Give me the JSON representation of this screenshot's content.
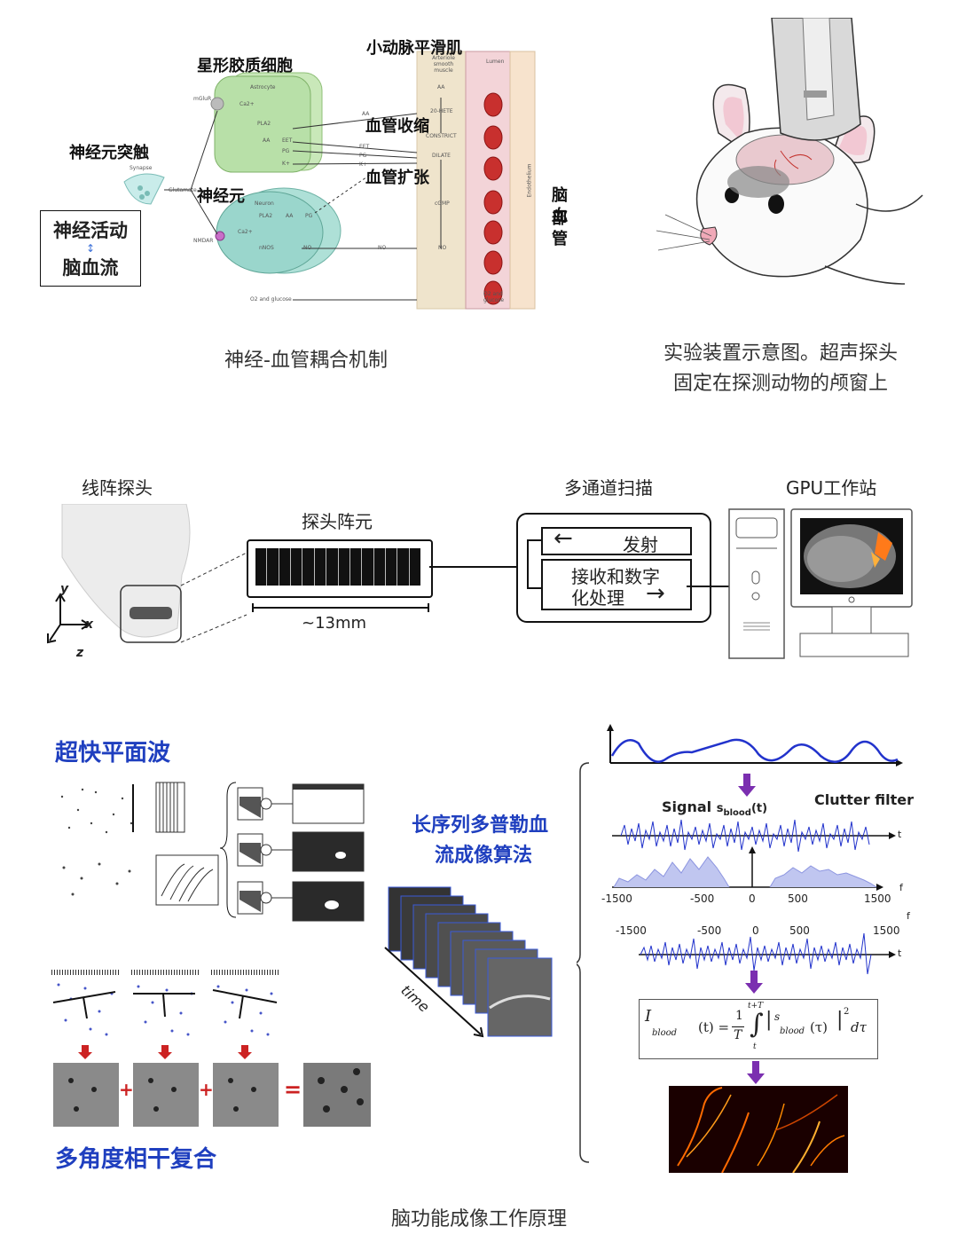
{
  "nvc": {
    "label_astrocyte_cn": "星形胶质细胞",
    "label_smooth_muscle_cn": "小动脉平滑肌",
    "label_synapse_cn": "神经元突触",
    "label_neuron_cn": "神经元",
    "label_constrict_cn": "血管收缩",
    "label_dilate_cn": "血管扩张",
    "label_vessel_cn_1": "脑部",
    "label_vessel_cn_2": "血管",
    "activity_box_line1": "神经活动",
    "activity_box_line2": "脑血流",
    "astrocyte": "Astrocyte",
    "neuron": "Neuron",
    "synapse": "Synapse",
    "glutamate": "Glutamate",
    "mglur": "mGluR",
    "nmdar": "NMDAR",
    "smooth_muscle": "Arteriole smooth muscle",
    "lumen": "Lumen",
    "endothelium": "Endothelium",
    "constrict": "CONSTRICT",
    "dilate": "DILATE",
    "hete": "20-HETE",
    "cgmp": "cGMP",
    "o2_glucose": "O2 and glucose",
    "aa": "AA",
    "eet": "EET",
    "pg": "PG",
    "k": "K+",
    "no": "NO",
    "nnos": "nNOS",
    "pla2": "PLA2",
    "ca": "Ca2+",
    "caption": "神经-血管耦合机制"
  },
  "mouse": {
    "caption_line1": "实验装置示意图。超声探头",
    "caption_line2": "固定在探测动物的颅窗上"
  },
  "system": {
    "probe_label": "线阵探头",
    "element_label": "探头阵元",
    "dimension": "~13mm",
    "channel_label": "多通道扫描",
    "transmit": "发射",
    "receive_line1": "接收和数字",
    "receive_line2": "化处理",
    "gpu_label": "GPU工作站",
    "axis_y": "y",
    "axis_x": "x",
    "axis_z": "z"
  },
  "principle": {
    "plane_wave_title": "超快平面波",
    "compound_title": "多角度相干复合",
    "doppler_title_line1": "长序列多普勒血",
    "doppler_title_line2": "流成像算法",
    "time_label": "time",
    "signal_label": "Signal",
    "signal_sub": "s",
    "signal_sub2": "blood",
    "signal_arg": "(t)",
    "clutter_label": "Clutter filter",
    "t_label": "t",
    "f_label": "f",
    "freq_ticks": [
      "-1500",
      "-500",
      "0",
      "500",
      "1500"
    ],
    "formula_i": "I",
    "formula_blood": "blood",
    "formula_t": "(t) =",
    "formula_frac_num": "1",
    "formula_frac_den": "T",
    "formula_int_upper": "t+T",
    "formula_int_lower": "t",
    "formula_s": "s",
    "formula_tau": "(τ)",
    "formula_sq": "2",
    "formula_dtau": "dτ",
    "plus": "+",
    "equals": "=",
    "caption": "脑功能成像工作原理"
  },
  "colors": {
    "blue_title": "#1f3fbf",
    "purple_arrow": "#7b2fb0",
    "red_arrow": "#cc2222",
    "signal_blue": "#2233cc",
    "astrocyte_green": "#b8e0a8",
    "neuron_teal": "#9ad6cc"
  }
}
